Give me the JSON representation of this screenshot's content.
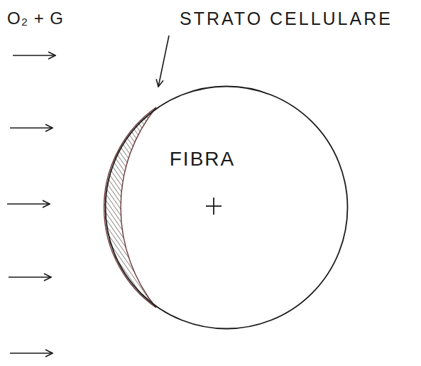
{
  "diagram": {
    "nodes": [
      {
        "text": [
          "FIBRA"
        ]
      }
    ],
    "labels": [
      "O₂ + G",
      "STRATO CELLULARE"
    ]
  }
}
